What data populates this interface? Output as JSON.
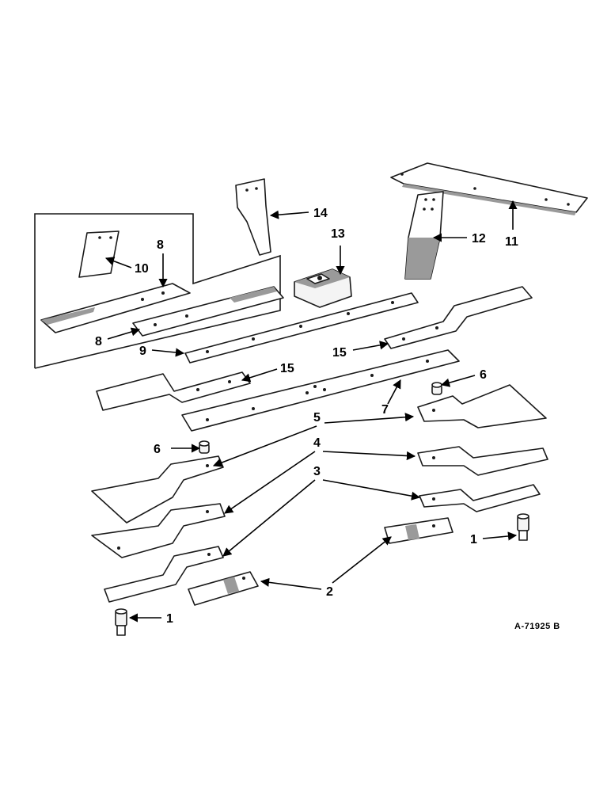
{
  "callouts": {
    "c1a": "1",
    "c1b": "1",
    "c2": "2",
    "c3": "3",
    "c4": "4",
    "c5": "5",
    "c6a": "6",
    "c6b": "6",
    "c7": "7",
    "c8a": "8",
    "c8b": "8",
    "c9": "9",
    "c10": "10",
    "c11": "11",
    "c12": "12",
    "c13": "13",
    "c14": "14",
    "c15a": "15",
    "c15b": "15"
  },
  "drawing_id": "A-71925 B"
}
